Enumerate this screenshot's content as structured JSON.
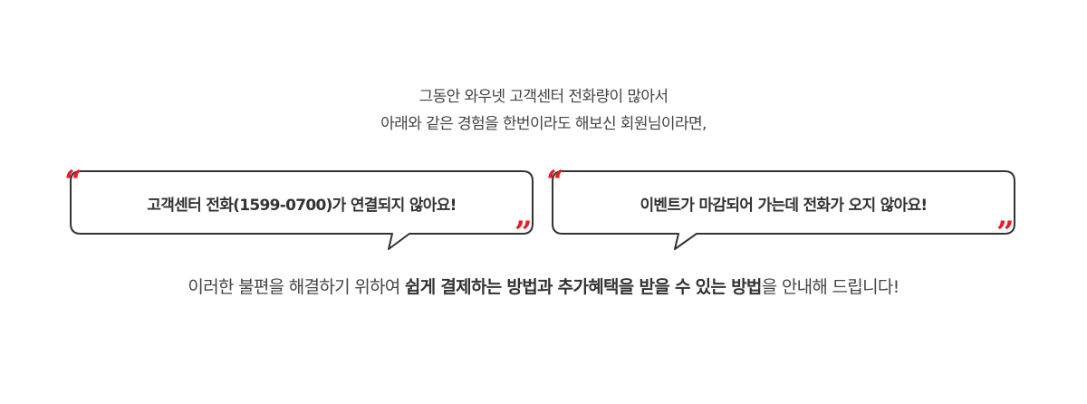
{
  "intro": {
    "line1": "그동안 와우넷 고객센터 전화량이 많아서",
    "line2": "아래와 같은 경험을 한번이라도 해보신 회원님이라면,"
  },
  "quotes": {
    "open_mark": "“",
    "close_mark": "”"
  },
  "bubbles": [
    {
      "text": "고객센터 전화(1599-0700)가 연결되지 않아요!"
    },
    {
      "text": "이벤트가 마감되어 가는데 전화가 오지 않아요!"
    }
  ],
  "closing": {
    "part1": "이러한 불편을 해결하기 위하여 ",
    "bold1": "쉽게 결제하는 방법과 추가혜택을 받을 수 있는 방법",
    "part2": "을 안내해 드립니다!"
  },
  "colors": {
    "accent": "#e41e26",
    "bubble_border": "#333333",
    "text": "#444444"
  }
}
